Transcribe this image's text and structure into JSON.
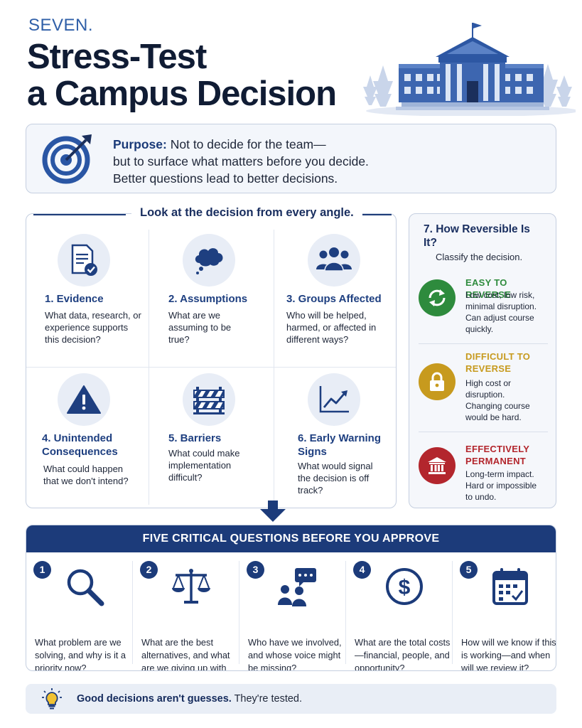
{
  "header": {
    "eyebrow": "SEVEN.",
    "title_line1": "Stress-Test",
    "title_line2": "a Campus Decision"
  },
  "purpose": {
    "label": "Purpose:",
    "line1_rest": " Not to decide for the team—",
    "line2": "but to surface what matters before you decide.",
    "line3": "Better questions lead to better decisions."
  },
  "angles": {
    "title": "Look at the decision from every angle.",
    "cells": [
      {
        "icon": "document-check-icon",
        "heading": "1. Evidence",
        "desc": "What data, research, or experience supports this decision?"
      },
      {
        "icon": "thought-bubble-icon",
        "heading": "2. Assumptions",
        "desc": "What are we assuming to be true?"
      },
      {
        "icon": "people-group-icon",
        "heading": "3. Groups Affected",
        "desc": "Who will be helped, harmed, or affected in different ways?"
      },
      {
        "icon": "warning-triangle-icon",
        "heading": "4. Unintended Consequences",
        "desc": "What could happen that we don't intend?"
      },
      {
        "icon": "barrier-icon",
        "heading": "5. Barriers",
        "desc": "What could make implementation difficult?"
      },
      {
        "icon": "trend-chart-icon",
        "heading": "6. Early Warning Signs",
        "desc": "What would signal the decision is off track?"
      }
    ]
  },
  "reversibility": {
    "title": "7. How Reversible Is It?",
    "subtitle": "Classify the decision.",
    "items": [
      {
        "icon": "cycle-arrows-icon",
        "label": "EASY TO REVERSE",
        "text": "Low cost, low risk, minimal disruption. Can adjust course quickly.",
        "color": "#2e8b3d"
      },
      {
        "icon": "padlock-icon",
        "label": "DIFFICULT TO REVERSE",
        "text": "High cost or disruption. Changing course would be hard.",
        "color": "#c79a1e"
      },
      {
        "icon": "institution-icon",
        "label": "EFFECTIVELY PERMANENT",
        "text": "Long-term impact. Hard or impossible to undo.",
        "color": "#b3262d"
      }
    ]
  },
  "five": {
    "banner": "FIVE CRITICAL QUESTIONS BEFORE YOU APPROVE",
    "questions": [
      {
        "num": "1",
        "icon": "magnifier-icon",
        "text": "What problem are we solving, and why is it a priority now?"
      },
      {
        "num": "2",
        "icon": "scales-icon",
        "text": "What are the best alternatives, and what are we giving up with each?"
      },
      {
        "num": "3",
        "icon": "people-chat-icon",
        "text": "Who have we involved, and whose voice might be missing?"
      },
      {
        "num": "4",
        "icon": "dollar-icon",
        "text": "What are the total costs—financial, people, and opportunity?"
      },
      {
        "num": "5",
        "icon": "calendar-icon",
        "text": "How will we know if this is working—and when will we review it?"
      }
    ]
  },
  "footer": {
    "bold": "Good decisions aren't guesses.",
    "rest": " They're tested."
  },
  "colors": {
    "navy": "#1c3b7a",
    "accent_blue": "#2f5fa8",
    "green": "#2e8b3d",
    "gold": "#c79a1e",
    "red": "#b3262d"
  }
}
